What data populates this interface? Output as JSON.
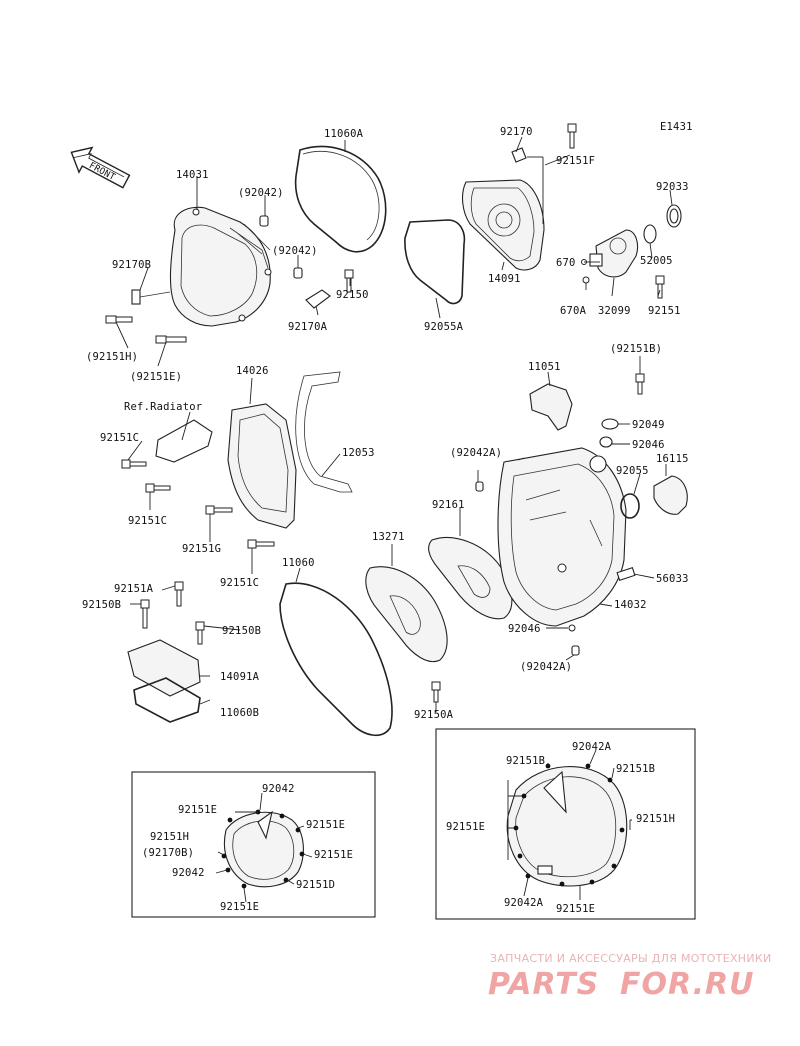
{
  "diagram_code": "E1431",
  "front_label": "FRONT",
  "labels": {
    "l_11060A": "11060A",
    "l_92170": "92170",
    "l_92151F": "92151F",
    "l_14031": "14031",
    "l_92042_a": "(92042)",
    "l_92042_b": "(92042)",
    "l_92170B": "92170B",
    "l_92150": "92150",
    "l_92170A": "92170A",
    "l_92151H_p": "(92151H)",
    "l_92151E_p": "(92151E)",
    "l_92055A": "92055A",
    "l_14091": "14091",
    "l_92033": "92033",
    "l_52005": "52005",
    "l_670": "670",
    "l_670A": "670A",
    "l_32099": "32099",
    "l_92151": "92151",
    "l_92151B_p": "(92151B)",
    "l_11051": "11051",
    "l_92049": "92049",
    "l_92046_a": "92046",
    "l_92042A_p1": "(92042A)",
    "l_92055": "92055",
    "l_16115": "16115",
    "l_14026": "14026",
    "l_ref_radiator": "Ref.Radiator",
    "l_92151C_a": "92151C",
    "l_12053": "12053",
    "l_92151C_b": "92151C",
    "l_92151G": "92151G",
    "l_92151C_c": "92151C",
    "l_92161": "92161",
    "l_13271": "13271",
    "l_56033": "56033",
    "l_14032": "14032",
    "l_92046_b": "92046",
    "l_92042A_p2": "(92042A)",
    "l_11060": "11060",
    "l_92151A": "92151A",
    "l_92150B_a": "92150B",
    "l_92150B_b": "92150B",
    "l_14091A": "14091A",
    "l_11060B": "11060B",
    "l_92150A": "92150A",
    "d1_92042_top": "92042",
    "d1_92151E_tl": "92151E",
    "d1_92151E_tr": "92151E",
    "d1_92151H": "92151H",
    "d1_92170B_p": "(92170B)",
    "d1_92151E_r": "92151E",
    "d1_92042_l": "92042",
    "d1_92151D": "92151D",
    "d1_92151E_b": "92151E",
    "d2_92042A_top": "92042A",
    "d2_92151B_a": "92151B",
    "d2_92151B_b": "92151B",
    "d2_92151E": "92151E",
    "d2_92151H": "92151H",
    "d2_92042A_b": "92042A",
    "d2_92151E_b": "92151E"
  },
  "watermark": {
    "tagline": "ЗАПЧАСТИ И АКСЕССУАРЫ ДЛЯ МОТОТЕХНИКИ",
    "logo_left": "PARTS",
    "logo_right": "FOR.RU"
  }
}
